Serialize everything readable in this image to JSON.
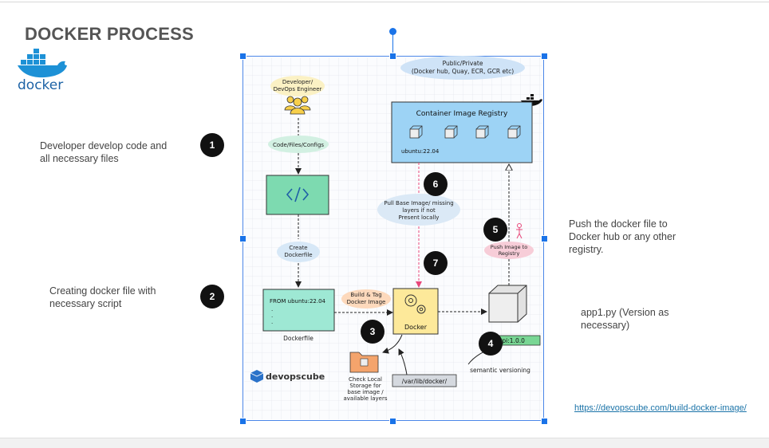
{
  "slide": {
    "title": "DOCKER PROCESS",
    "logo_text": "docker",
    "link": "https://devopscube.com/build-docker-image/"
  },
  "notes": {
    "n1_line1": "Developer develop code and",
    "n1_line2": "all necessary files",
    "n2_line1": "Creating docker file with",
    "n2_line2": "necessary script",
    "n3_line1": "Push the docker file to",
    "n3_line2": "Docker hub or any other",
    "n3_line3": "registry.",
    "n4_line1": "app1.py (Version as",
    "n4_line2": "necessary)"
  },
  "badges": {
    "b1": "1",
    "b2": "2",
    "b3": "3",
    "b4": "4",
    "b5": "5",
    "b6": "6",
    "b7": "7"
  },
  "diagram": {
    "registry_tag_line1": "Public/Private",
    "registry_tag_line2": "(Docker hub, Quay, ECR, GCR etc)",
    "registry_title": "Container Image Registry",
    "registry_image_label": "ubuntu:22.04",
    "developer_line1": "Developer/",
    "developer_line2": "DevOps Engineer",
    "code_tag": "Code/Files/Configs",
    "create_line1": "Create",
    "create_line2": "Dockerfile",
    "dockerfile_from": "FROM ubuntu:22.04",
    "dockerfile_caption": "Dockerfile",
    "build_line1": "Build & Tag",
    "build_line2": "Docker Image",
    "docker_box_label": "Docker",
    "pull_line1": "Pull Base Image/ missing",
    "pull_line2": "layers if not",
    "pull_line3": "Present locally",
    "push_line1": "Push Image to",
    "push_line2": "Registry",
    "local_line1": "Check Local",
    "local_line2": "Storage for",
    "local_line3": "base image /",
    "local_line4": "available layers",
    "var_path": "/var/lib/docker/",
    "version_tag": "-api:1.0.0",
    "semver_caption": "semantic versioning",
    "brand": "devopscube"
  },
  "colors": {
    "registry_fill": "#9dd3f5",
    "code_fill": "#7ddab0",
    "dockerfile_fill": "#9ee8d4",
    "docker_fill": "#fde99a",
    "accent_blue": "#1a73e8",
    "pull_arrow": "#e8477a",
    "version_fill": "#78d694"
  }
}
